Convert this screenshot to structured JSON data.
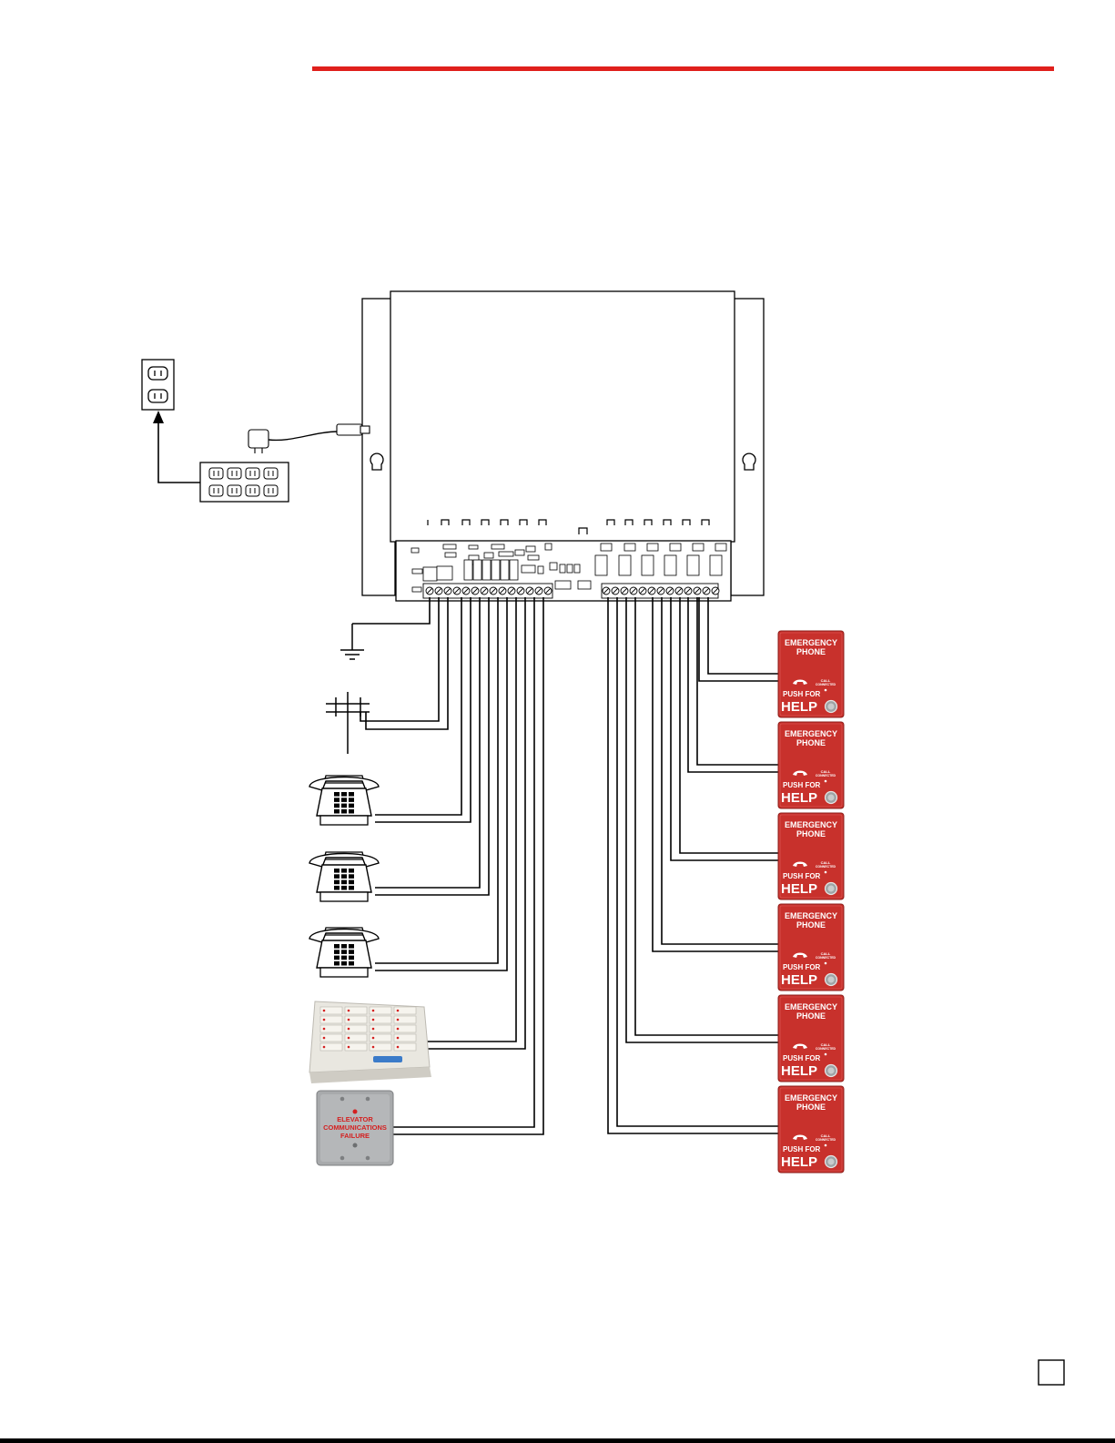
{
  "colors": {
    "header_rule": "#e0201c",
    "phone_red": "#c8312c",
    "plate_grey": "#a8aaac",
    "ink": "#000000"
  },
  "devices": {
    "power_outlet": {
      "icon": "wall-outlet-icon"
    },
    "power_strip": {
      "icon": "power-strip-icon"
    },
    "power_adapter": {
      "icon": "power-adapter-icon"
    },
    "ground": {
      "icon": "ground-symbol-icon"
    },
    "telephone_line": {
      "icon": "utility-pole-icon"
    },
    "desk_phones": [
      {
        "icon": "desk-telephone-icon"
      },
      {
        "icon": "desk-telephone-icon"
      },
      {
        "icon": "desk-telephone-icon"
      }
    ],
    "annunciator_panel": {
      "icon": "annunciator-panel-icon"
    },
    "failure_plate": {
      "icon": "wall-plate-icon",
      "lines": [
        "ELEVATOR",
        "COMMUNICATIONS",
        "FAILURE"
      ]
    },
    "emergency_phones": {
      "count": 6,
      "title_line1": "EMERGENCY",
      "title_line2": "PHONE",
      "push_label": "PUSH FOR",
      "help_label": "HELP",
      "side_label_1": "CALL",
      "side_label_2": "CONNECTED"
    }
  },
  "page": {
    "page_number": ""
  }
}
